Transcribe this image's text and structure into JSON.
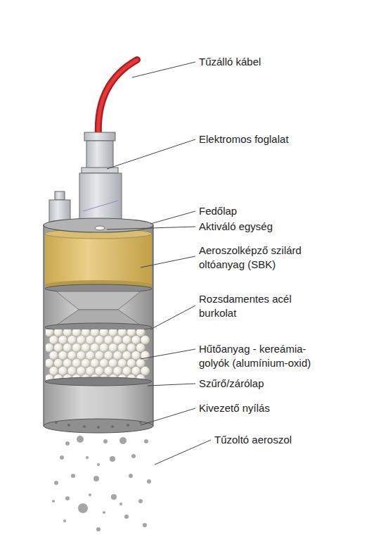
{
  "diagram": {
    "labels": [
      "Tűzálló kábel",
      "Elektromos foglalat",
      "Fedőlap",
      "Aktiváló egység",
      "Aeroszolképző szilárd oltóanyag (SBK)",
      "Rozsdamentes acél burkolat",
      "Hűtőanyag - kereámia- golyók (alumínium-oxid)",
      "Szűrő/zárólap",
      "Kivezető nyílás",
      "Tűzoltó aeroszol"
    ]
  }
}
